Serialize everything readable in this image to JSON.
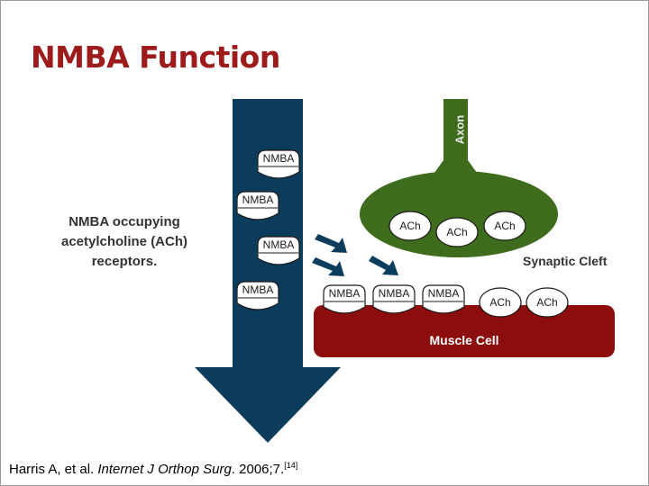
{
  "slide": {
    "title": "NMBA Function",
    "caption_lines": [
      "NMBA occupying",
      "acetylcholine (ACh)",
      "receptors."
    ]
  },
  "diagram": {
    "axon_label": "Axon",
    "cleft_label": "Synaptic Cleft",
    "muscle_label": "Muscle Cell",
    "arrow_blockers": [
      "NMBA",
      "NMBA",
      "NMBA",
      "NMBA"
    ],
    "axon_ach": [
      "ACh",
      "ACh",
      "ACh"
    ],
    "receptors": [
      "NMBA",
      "NMBA",
      "NMBA",
      "ACh",
      "ACh"
    ],
    "colors": {
      "arrow": "#0c3c5c",
      "axon": "#3e6b1c",
      "muscle": "#8b0d0d",
      "title": "#9e1b1b",
      "flow_arrows": "#0c3c5c"
    }
  },
  "citation": {
    "authors": "Harris A, et al. ",
    "journal": "Internet J Orthop Surg",
    "rest": ". 2006;7.",
    "ref": "[14]"
  }
}
